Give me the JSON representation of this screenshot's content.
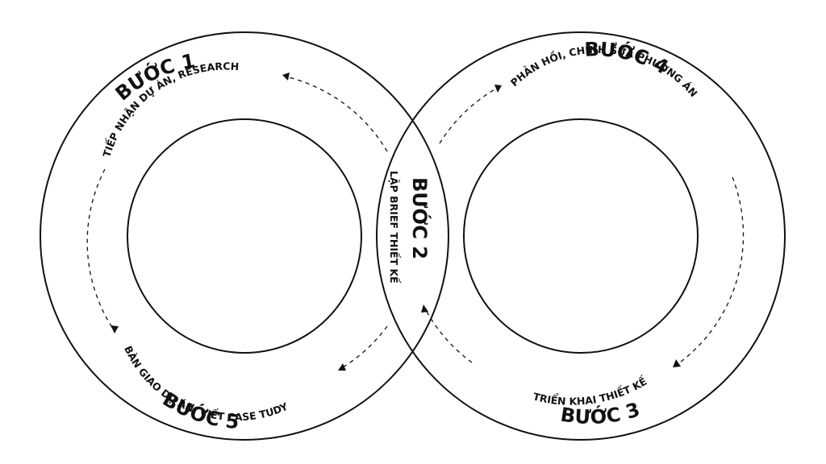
{
  "diagram": {
    "colors": {
      "line": "#111111",
      "background": "#ffffff"
    },
    "steps": [
      {
        "id": "step-1",
        "title": "BƯỚC 1",
        "desc": "TIẾP NHẬN DỰ ÁN, RESEARCH"
      },
      {
        "id": "step-2",
        "title": "BƯỚC 2",
        "desc": "LẬP BRIEF THIẾT KẾ"
      },
      {
        "id": "step-3",
        "title": "BƯỚC 3",
        "desc": "TRIỂN KHAI THIẾT KẾ"
      },
      {
        "id": "step-4",
        "title": "BƯỚC 4",
        "desc": "PHẢN HỒI, CHỈNH SỬA PHƯƠNG ÁN"
      },
      {
        "id": "step-5",
        "title": "BƯỚC 5",
        "desc": "BÀN GIAO DỰ ÁN, VIẾT CASE TUDY"
      }
    ]
  }
}
